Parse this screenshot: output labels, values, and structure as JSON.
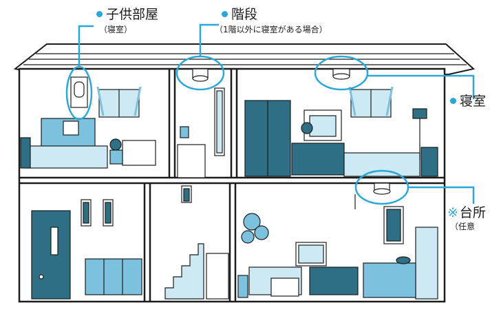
{
  "labels": {
    "child_room": {
      "title": "子供部屋",
      "sub": "（寝室）"
    },
    "stairs": {
      "title": "階段",
      "sub": "（1階以外に寝室がある場合）"
    },
    "bedroom": {
      "title": "寝室"
    },
    "kitchen": {
      "mark": "※",
      "title": "台所",
      "sub": "（任意"
    }
  },
  "colors": {
    "accent": "#2aa7d9",
    "line": "#1b1b1b",
    "light_blue": "#cde9f4",
    "mid_blue": "#7cc2de",
    "dark_teal": "#2f6f86"
  }
}
